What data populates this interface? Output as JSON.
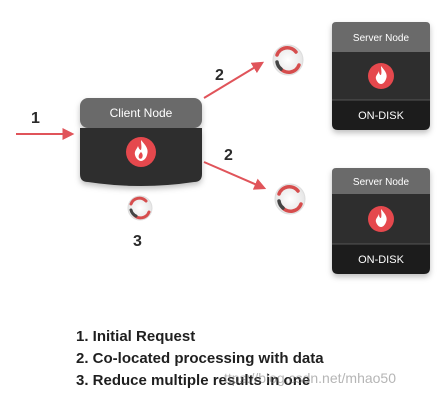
{
  "client_node": {
    "label": "Client Node"
  },
  "server_nodes": [
    {
      "label": "Server Node",
      "storage": "ON-DISK"
    },
    {
      "label": "Server Node",
      "storage": "ON-DISK"
    }
  ],
  "step_labels": {
    "initial": "1",
    "to_server_top": "2",
    "to_server_bottom": "2",
    "reduce": "3"
  },
  "legend": [
    "1.  Initial Request",
    "2.  Co-located processing with data",
    "3.  Reduce multiple results in one"
  ],
  "watermark": "ttps://blog.csdn.net/mhao50",
  "colors": {
    "arrow": "#e0545a",
    "node_dark": "#2e2e2e",
    "node_header": "#6b6b6b",
    "logo_red": "#e5484d",
    "spinner_red": "#d64d4d"
  },
  "icons": {
    "logo": "flame-icon",
    "processing": "spinner-icon"
  }
}
